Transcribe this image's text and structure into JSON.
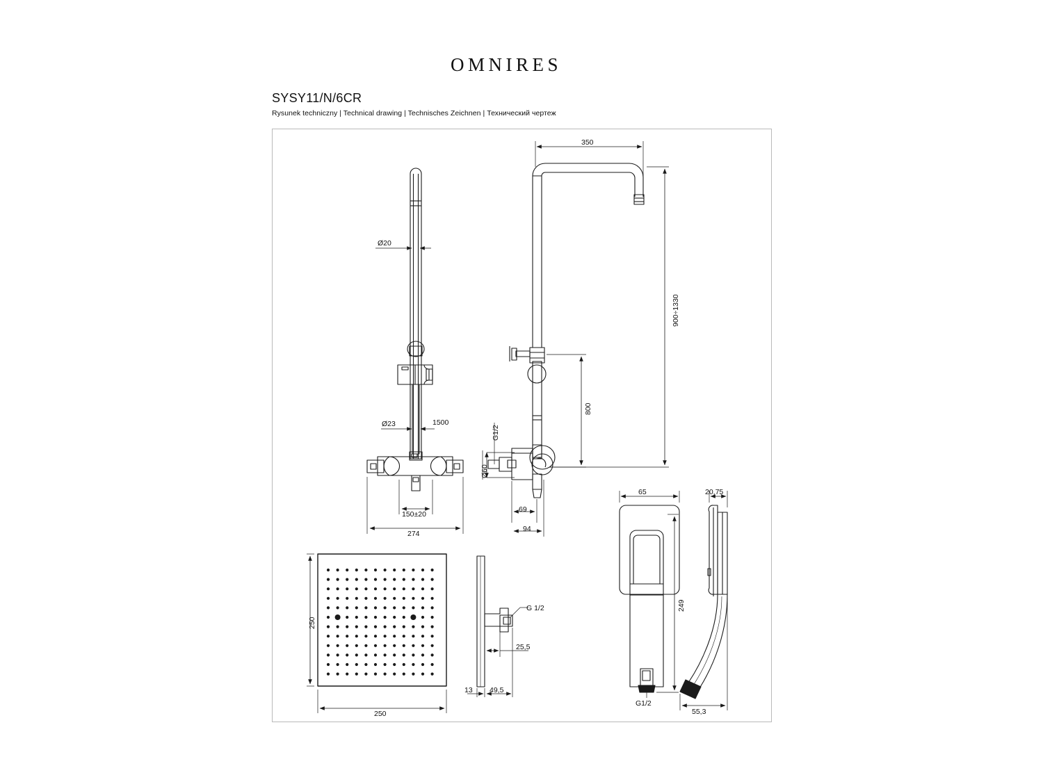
{
  "header": {
    "brand": "OMNIRES",
    "model": "SYSY11/N/6CR",
    "subtitle": "Rysunek techniczny | Technical drawing | Technisches Zeichnen | Технический чертеж"
  },
  "drawing": {
    "title": "Technical drawing of shower system SYSY11/N/6CR",
    "line_color": "#1a1a1a",
    "frame_color": "#b9b9b9",
    "views": [
      {
        "name": "slide-rail-front-view",
        "label": "Slide rail with hand shower holder and thermostatic mixer"
      },
      {
        "name": "riser-side-view",
        "label": "Riser rail side view with diverter"
      },
      {
        "name": "shower-head-bottom-view",
        "label": "Square overhead shower face view"
      },
      {
        "name": "shower-head-side-view",
        "label": "Square overhead shower side view"
      },
      {
        "name": "hand-shower-front-view",
        "label": "Hand shower front view with wall bracket"
      },
      {
        "name": "hand-shower-side-view",
        "label": "Hand shower side view"
      }
    ]
  },
  "dimensions": {
    "rail_diameter": "Ø20",
    "hose_diameter": "Ø23",
    "hose_length": "1500",
    "mixer_centers": "150±20",
    "mixer_width": "274",
    "arm_reach": "350",
    "riser_height_range": "900÷1330",
    "mixer_to_outlet": "800",
    "inlet_thread": "G1/2",
    "wall_flange_diameter": "Ø60",
    "valve_offset": "69",
    "valve_depth": "94",
    "head_width": "250",
    "head_height": "250",
    "head_thickness": "13",
    "head_connector_depth": "49,5",
    "head_connector_offset": "25,5",
    "head_thread": "G 1/2",
    "hand_shower_width": "65",
    "hand_shower_length": "249",
    "hand_shower_bracket_depth": "20,75",
    "hand_shower_side_depth": "55,3",
    "hand_shower_thread": "G1/2"
  }
}
